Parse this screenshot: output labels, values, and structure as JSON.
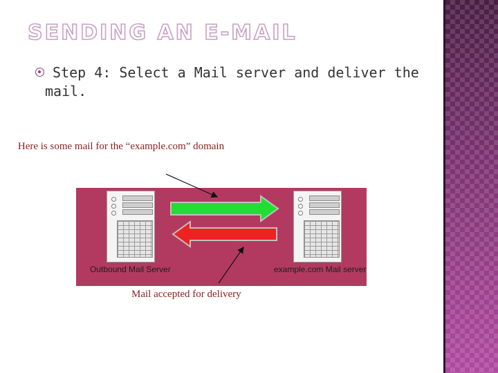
{
  "slide": {
    "title": "SENDING AN E-MAIL",
    "bullet_text": "Step 4: Select a Mail server and deliver the mail.",
    "caption_top": "Here is some mail for the “example.com” domain",
    "caption_bottom": "Mail accepted for delivery"
  },
  "diagram": {
    "left_server_label": "Outbound Mail Server",
    "right_server_label": "example.com Mail server",
    "colors": {
      "background": "#b23a60",
      "forward_arrow": "#22dd33",
      "return_arrow": "#ee2222"
    }
  },
  "icons": {
    "bullet": "circled-dot-icon"
  }
}
